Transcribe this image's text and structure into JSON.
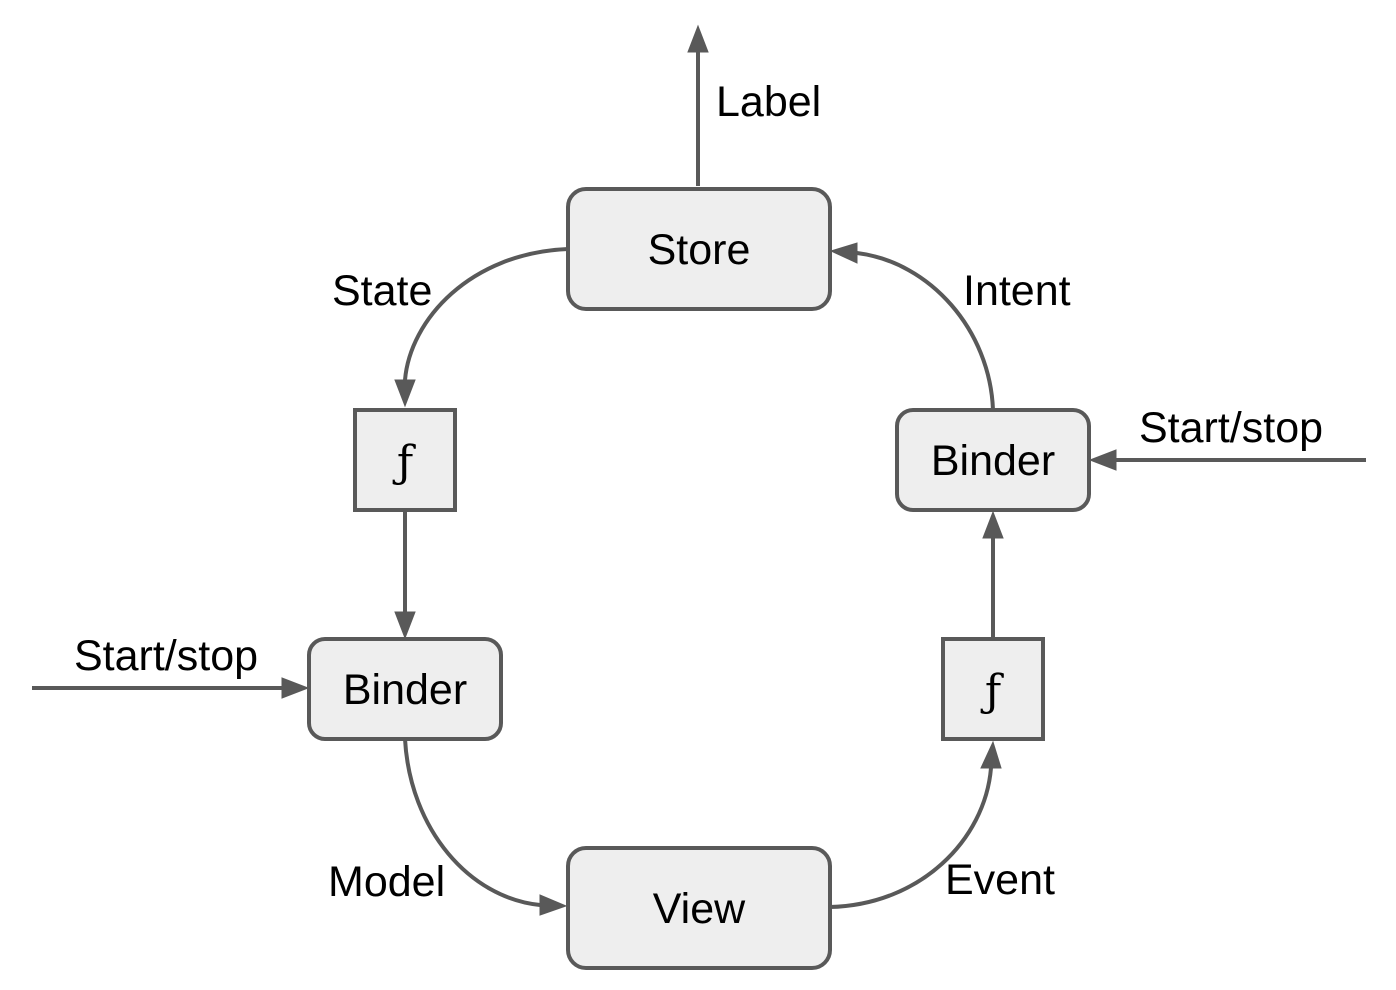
{
  "diagram": {
    "nodes": {
      "store": "Store",
      "binder_right": "Binder",
      "binder_left": "Binder",
      "view": "View",
      "func_left": "ƒ",
      "func_right": "ƒ"
    },
    "edge_labels": {
      "label": "Label",
      "state": "State",
      "intent": "Intent",
      "start_stop_right": "Start/stop",
      "start_stop_left": "Start/stop",
      "model": "Model",
      "event": "Event"
    },
    "colors": {
      "node_fill": "#eeeeee",
      "stroke": "#595959",
      "text": "#000000"
    }
  }
}
